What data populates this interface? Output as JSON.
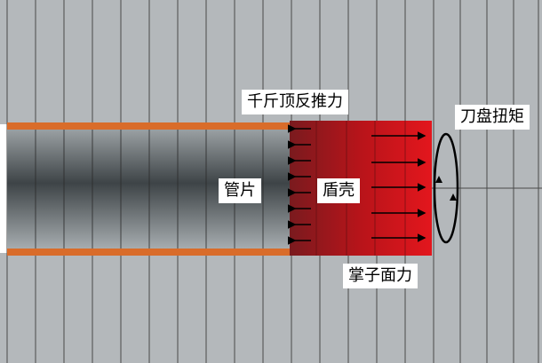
{
  "labels": {
    "jack_thrust": "千斤顶反推力",
    "cutterhead_torque": "刀盘扭矩",
    "segment": "管片",
    "shield_shell": "盾壳",
    "face_force": "掌子面力"
  },
  "colors": {
    "soil": "#b4b8bb",
    "soil_lines": "#4a4a4a",
    "segment_lining": "#d96c2a",
    "shield_dark": "#7a1a1e",
    "shield_bright": "#e3161d",
    "arrows": "#000000"
  },
  "icons": {
    "jack_arrows": "left-arrow",
    "face_arrows": "right-arrow",
    "torque": "rotation-ellipse-icon"
  }
}
